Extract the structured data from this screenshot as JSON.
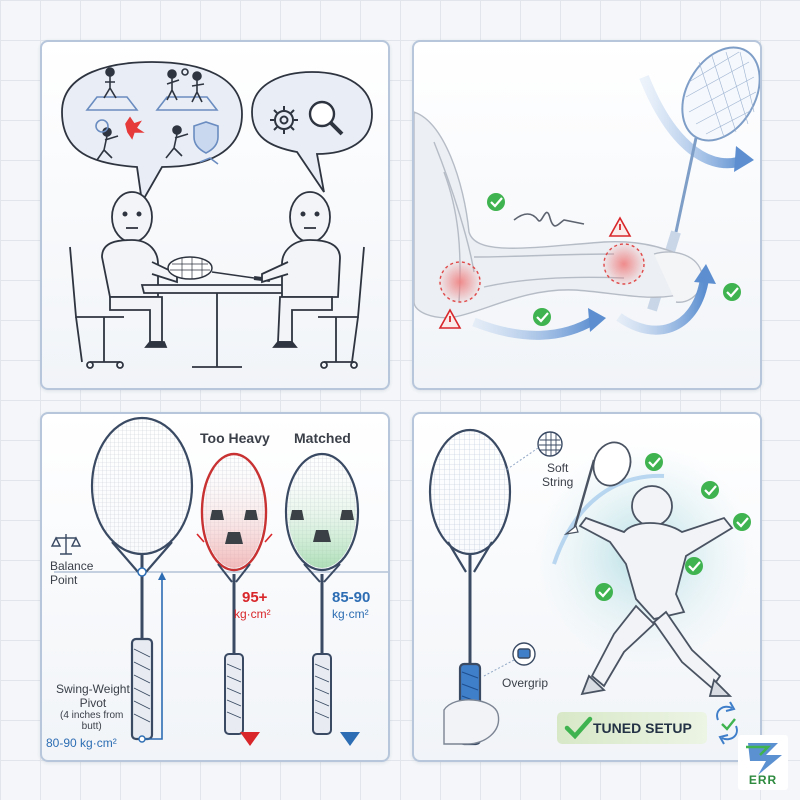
{
  "panel_consultation": {},
  "panel_arm": {},
  "panel_swing_weight": {
    "too_heavy_label": "Too Heavy",
    "matched_label": "Matched",
    "balance_point_label": "Balance\nPoint",
    "heavy_value": "95+",
    "heavy_unit": "kg·cm²",
    "matched_value": "85-90",
    "matched_unit": "kg·cm²",
    "pivot_title": "Swing-Weight\nPivot",
    "pivot_note": "(4 inches from\nbutt)",
    "pivot_value": "80-90 kg·cm²"
  },
  "panel_setup": {
    "soft_string_label": "Soft\nString",
    "overgrip_label": "Overgrip",
    "tuned_setup_label": "TUNED SETUP"
  },
  "logo": {
    "text": "ERR"
  },
  "colors": {
    "accent_blue": "#2d6db3",
    "warning_red": "#d8262a",
    "ok_green": "#3fb34f"
  }
}
